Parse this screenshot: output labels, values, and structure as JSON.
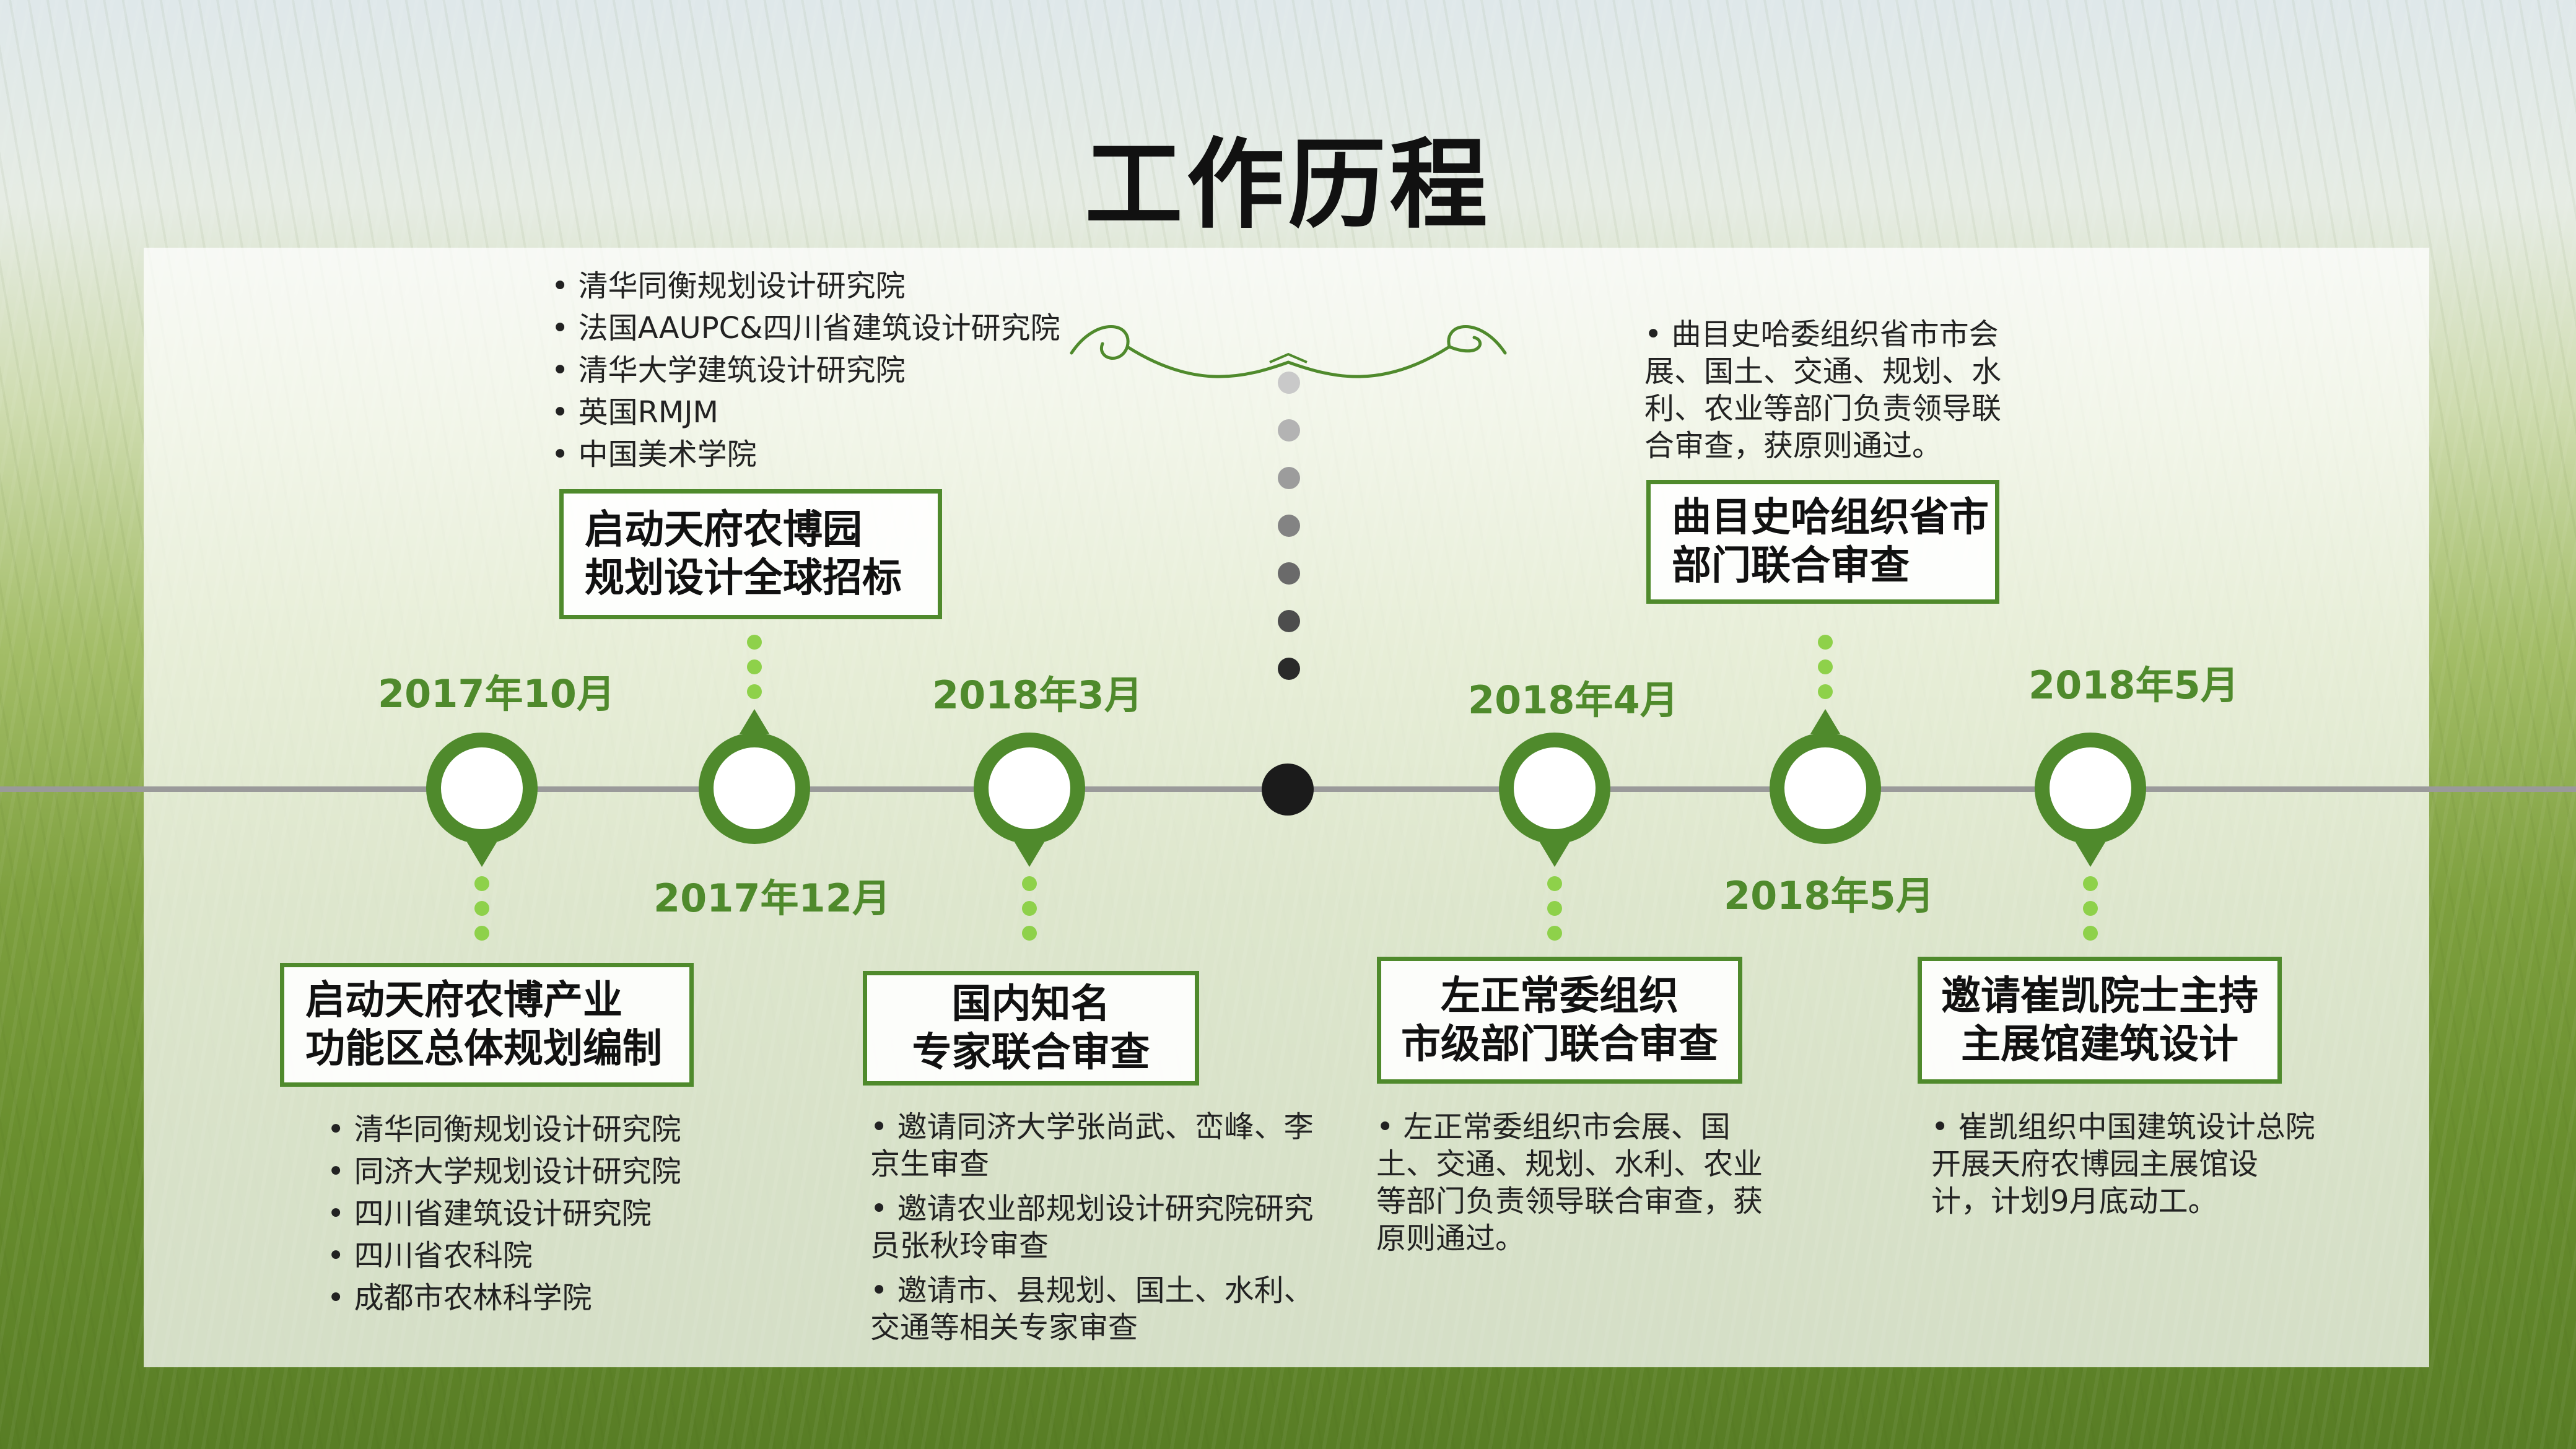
{
  "title": "工作历程",
  "colors": {
    "accent": "#4f8a2c",
    "dot_light": "#8ed14a",
    "center": "#1b1b1b"
  },
  "milestones": [
    {
      "date": "2017年10月",
      "box_lines": [
        "启动天府农博产业",
        "功能区总体规划编制"
      ],
      "items": [
        "清华同衡规划设计研究院",
        "同济大学规划设计研究院",
        "四川省建筑设计研究院",
        "四川省农科院",
        "成都市农林科学院"
      ]
    },
    {
      "date": "2017年12月",
      "box_lines": [
        "启动天府农博园",
        "规划设计全球招标"
      ],
      "items": [
        "清华同衡规划设计研究院",
        "法国AAUPC&四川省建筑设计研究院",
        "清华大学建筑设计研究院",
        "英国RMJM",
        "中国美术学院"
      ]
    },
    {
      "date": "2018年3月",
      "box_lines": [
        "国内知名",
        "专家联合审查"
      ],
      "items": [
        "邀请同济大学张尚武、峦峰、李京生审查",
        "邀请农业部规划设计研究院研究员张秋玲审查",
        "邀请市、县规划、国土、水利、交通等相关专家审查"
      ]
    },
    {
      "date": "2018年4月",
      "box_lines": [
        "左正常委组织",
        "市级部门联合审查"
      ],
      "text": "• 左正常委组织市会展、国土、交通、规划、水利、农业等部门负责领导联合审查，获原则通过。"
    },
    {
      "date": "2018年5月",
      "box_lines": [
        "曲目史哈组织省市",
        "部门联合审查"
      ],
      "text": "• 曲目史哈委组织省市市会展、国土、交通、规划、水利、农业等部门负责领导联合审查，获原则通过。"
    },
    {
      "date": "2018年5月",
      "box_lines": [
        "邀请崔凯院士主持",
        "主展馆建筑设计"
      ],
      "text": "• 崔凯组织中国建筑设计总院开展天府农博园主展馆设计，计划9月底动工。"
    }
  ]
}
